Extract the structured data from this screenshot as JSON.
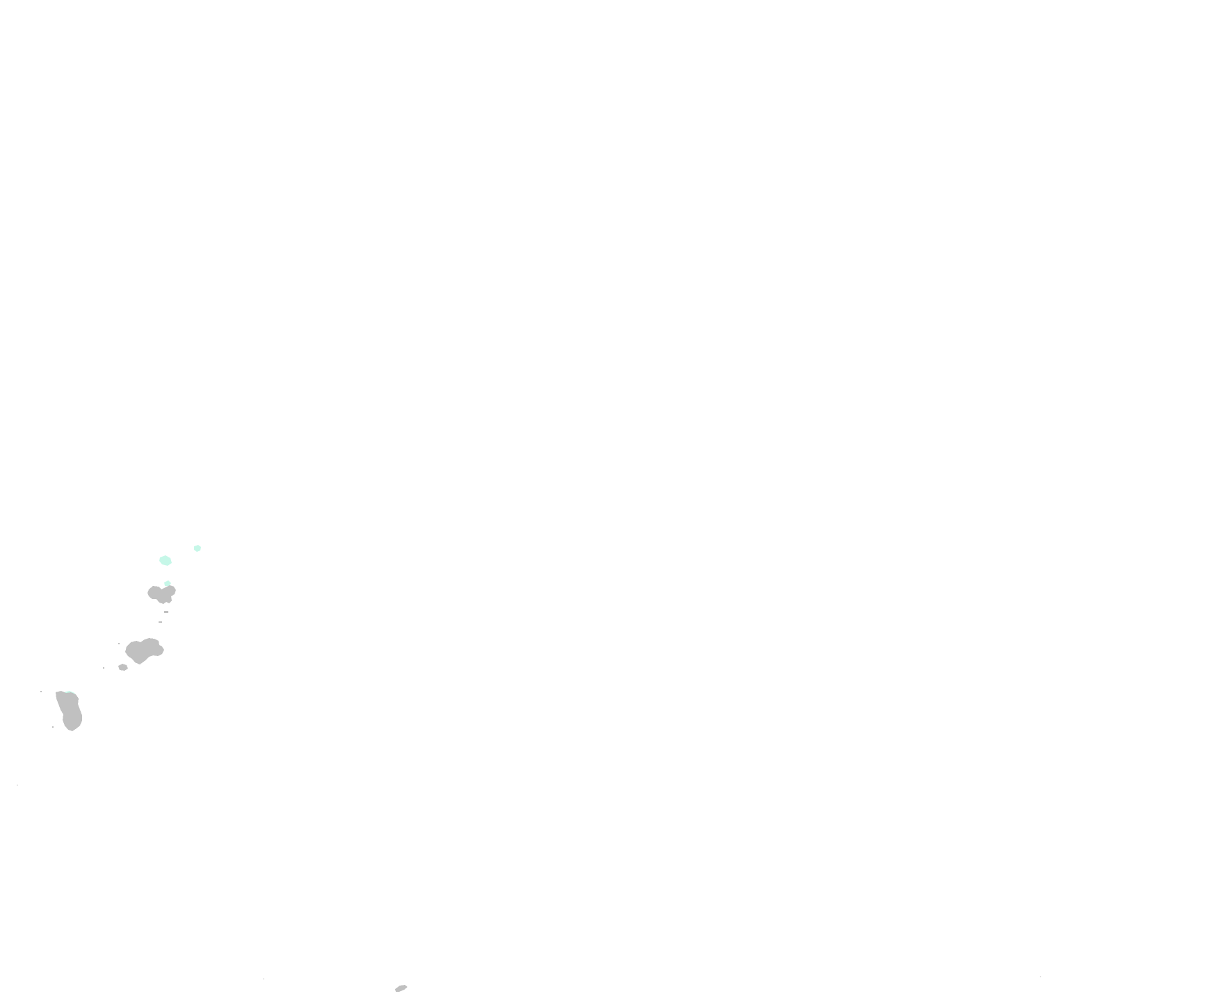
{
  "map": {
    "background_color": "#ffffff",
    "land_color": "#c0c0c0",
    "shallow_water_color": "#c6f7e8",
    "land_features": [
      "island-north-cluster",
      "island-middle-cluster",
      "island-south-large",
      "island-southeast-small"
    ],
    "shallow_features": [
      "shallow-patch-north-east",
      "shallow-patch-north-west",
      "shallow-patch-north-cluster",
      "shallow-patch-south-large"
    ],
    "islet_features": [
      "islet-1",
      "islet-2",
      "islet-3",
      "islet-4",
      "islet-5",
      "islet-6",
      "islet-7",
      "islet-8",
      "islet-9"
    ]
  }
}
